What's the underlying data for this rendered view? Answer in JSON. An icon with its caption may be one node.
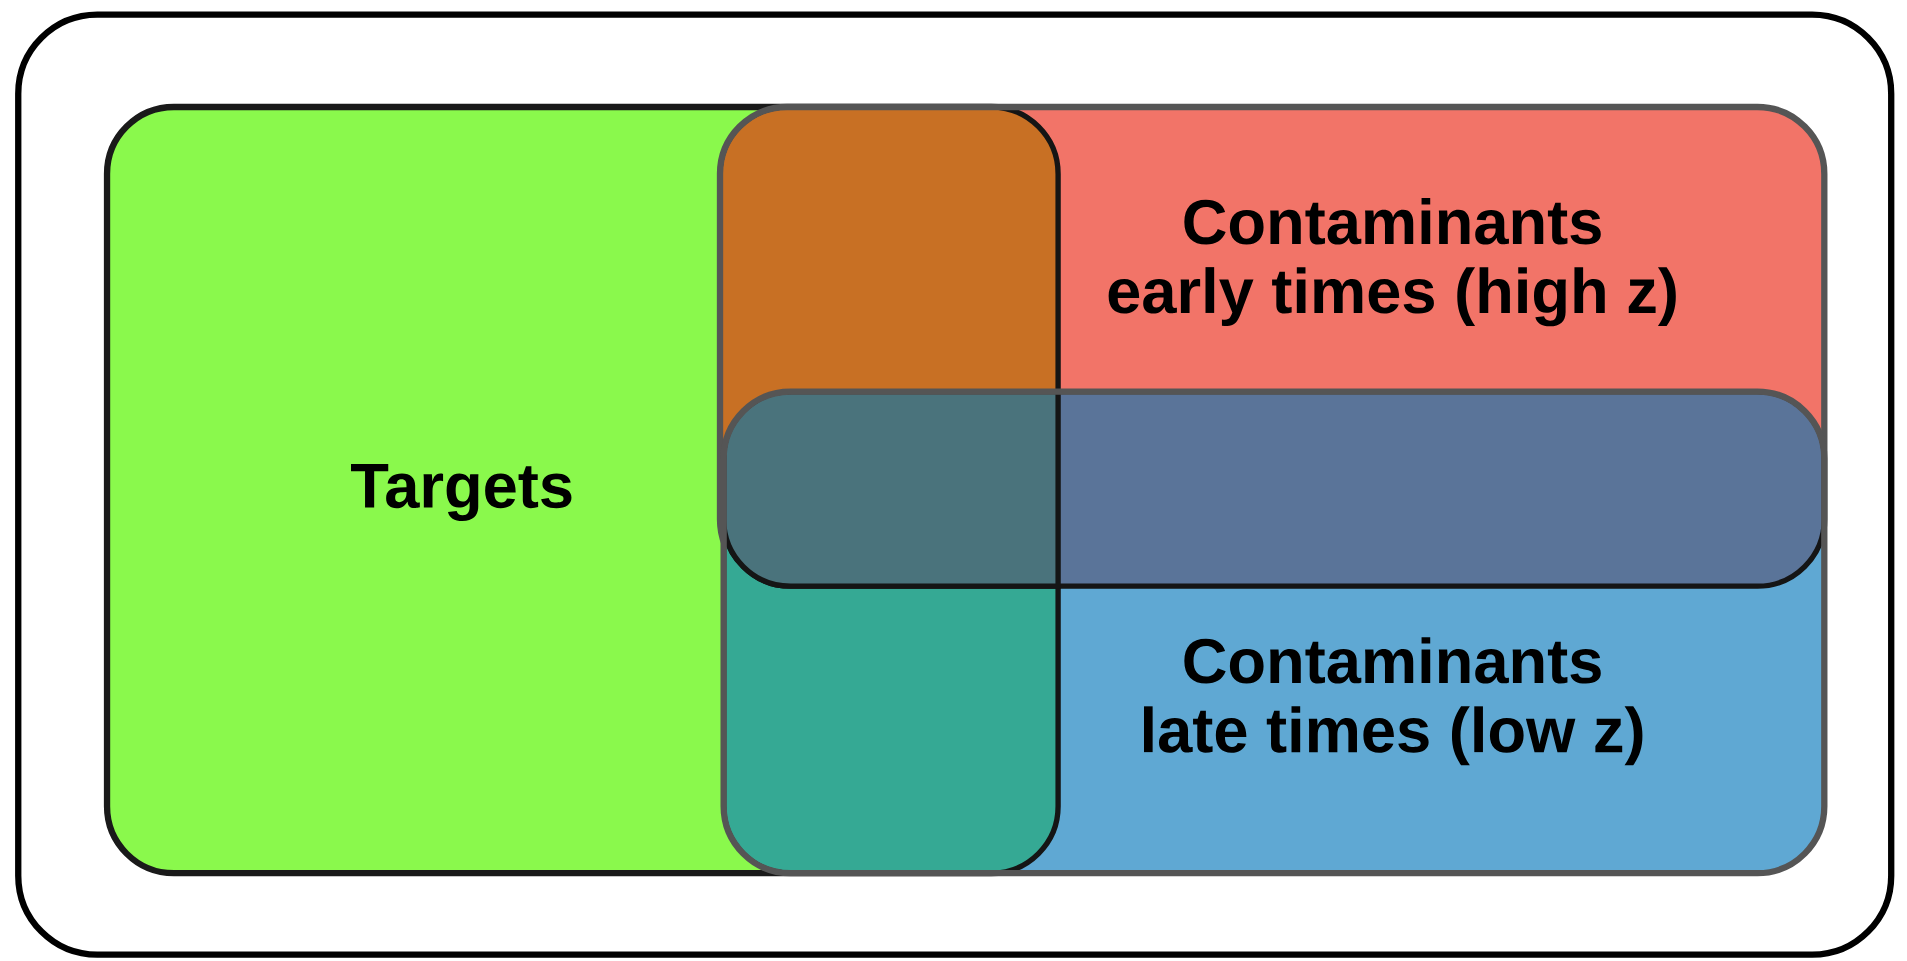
{
  "diagram": {
    "nodes": [
      {
        "text": [],
        "shape": "box"
      },
      {
        "text": [
          "Targets"
        ],
        "in": 0
      },
      {
        "text": [
          "Contaminants",
          "early times (high z)"
        ],
        "in": 0
      },
      {
        "text": [
          "Contaminants",
          "late times (low z)"
        ],
        "in": 0
      }
    ]
  }
}
